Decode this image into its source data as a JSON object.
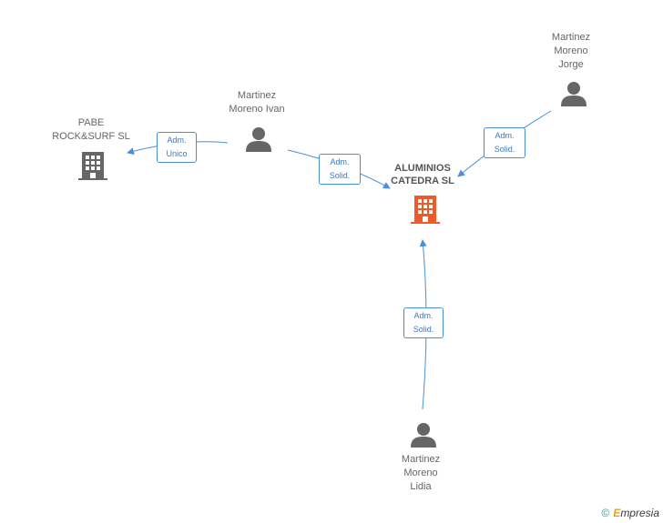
{
  "nodes": {
    "aluminios": {
      "label": "ALUMINIOS\nCATEDRA SL"
    },
    "pabe": {
      "label": "PABE\nROCK&SURF SL"
    },
    "ivan": {
      "label": "Martinez\nMoreno Ivan"
    },
    "jorge": {
      "label": "Martinez\nMoreno\nJorge"
    },
    "lidia": {
      "label": "Martinez\nMoreno\nLidia"
    }
  },
  "edges": {
    "ivan_pabe": "Adm.\nUnico",
    "ivan_aluminios": "Adm.\nSolid.",
    "jorge_aluminios": "Adm.\nSolid.",
    "lidia_aluminios": "Adm.\nSolid."
  },
  "colors": {
    "main_company": "#f05a28",
    "company": "#666666",
    "person": "#666666",
    "edge": "#4a90d9"
  },
  "brand": {
    "copyright": "©",
    "name_initial": "E",
    "name_rest": "mpresia"
  }
}
